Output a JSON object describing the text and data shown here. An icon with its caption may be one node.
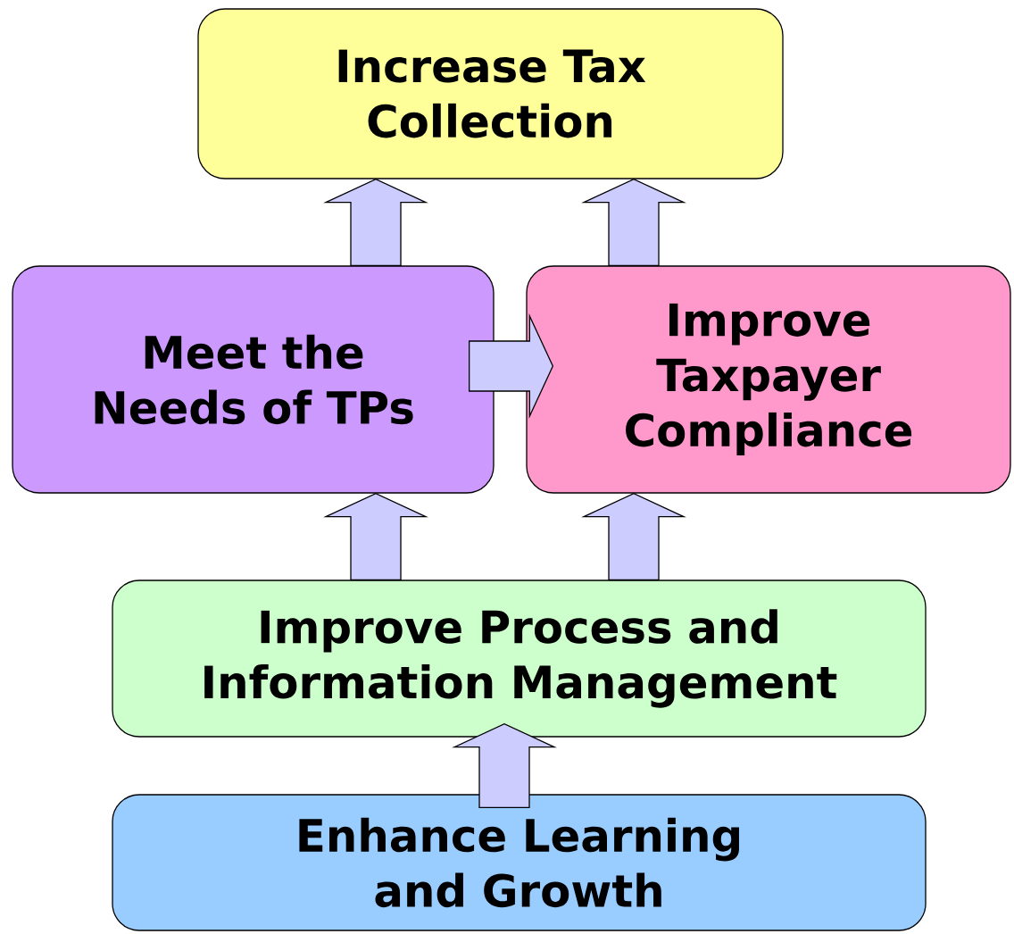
{
  "diagram": {
    "nodes": [
      {
        "text": [
          "Increase Tax Collection"
        ]
      },
      {
        "text": [
          "Meet the Needs of TPs"
        ]
      },
      {
        "text": [
          "Improve Taxpayer Compliance"
        ]
      },
      {
        "text": [
          "Improve Process and Information Management"
        ]
      },
      {
        "text": [
          "Enhance Learning and Growth"
        ]
      }
    ],
    "edges": [
      {
        "from": 1,
        "to": 0,
        "arrow": "to"
      },
      {
        "from": 2,
        "to": 0,
        "arrow": "to"
      },
      {
        "from": 1,
        "to": 2,
        "arrow": "to"
      },
      {
        "from": 3,
        "to": 1,
        "arrow": "to"
      },
      {
        "from": 3,
        "to": 2,
        "arrow": "to"
      },
      {
        "from": 4,
        "to": 3,
        "arrow": "to"
      }
    ]
  }
}
